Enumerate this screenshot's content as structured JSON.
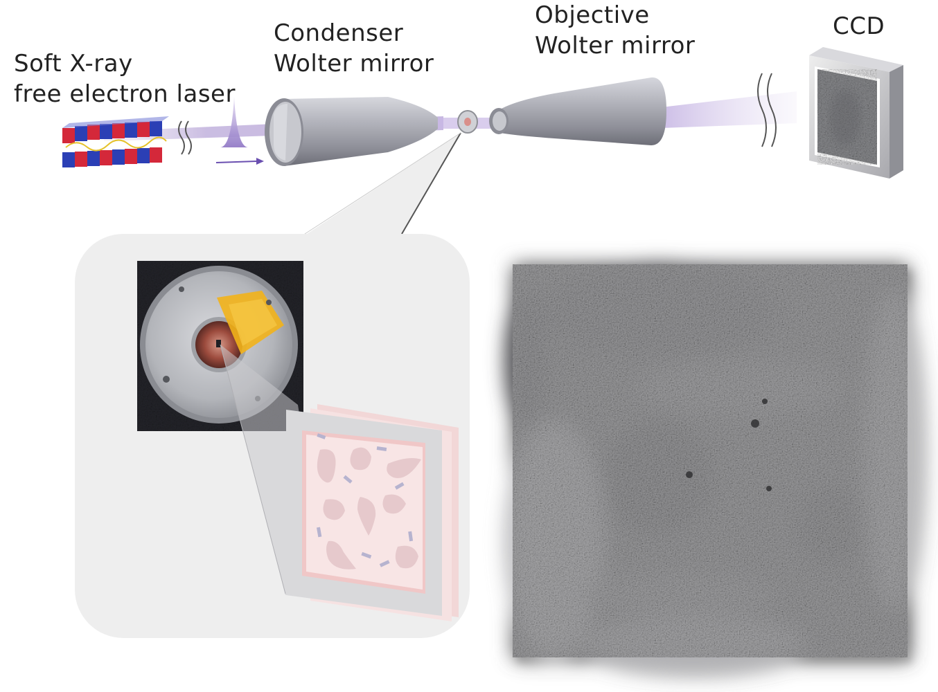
{
  "labels": {
    "fel_line1": "Soft X-ray",
    "fel_line2": "free electron laser",
    "condenser_line1": "Condenser",
    "condenser_line2": "Wolter mirror",
    "objective_line1": "Objective",
    "objective_line2": "Wolter mirror",
    "ccd": "CCD"
  },
  "colors": {
    "beam": "#b9a7d8",
    "magnet_red": "#d4283a",
    "magnet_blue": "#2b3fb5",
    "mirror": "#9a9ba3",
    "sample_pink": "#f6dede",
    "kapton_yellow": "#f2b21a"
  }
}
